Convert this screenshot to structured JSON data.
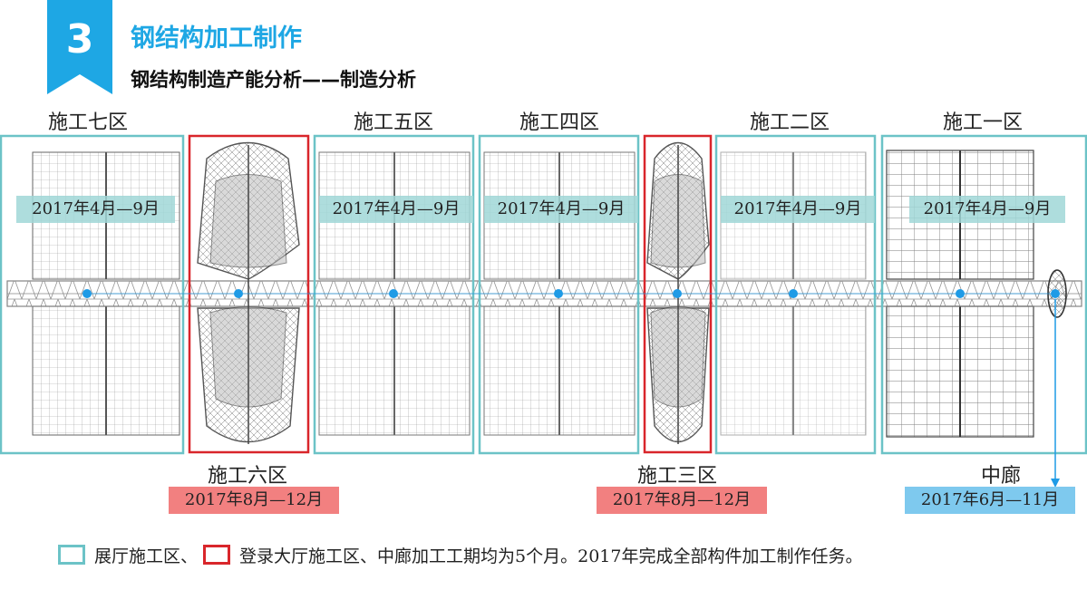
{
  "header": {
    "badge_number": "3",
    "title": "钢结构加工制作",
    "subtitle": "钢结构制造产能分析——制造分析"
  },
  "colors": {
    "accent": "#1ea7e4",
    "exhibition_border": "#6cc3c7",
    "lobby_border": "#d9262b",
    "lobby_tag": "#f28080",
    "corridor_tag": "#7ec9ee",
    "marker": "#1f9be6"
  },
  "zones": [
    {
      "id": "zone7",
      "label": "施工七区",
      "kind": "exhibition",
      "period": "2017年4月—9月"
    },
    {
      "id": "zone6",
      "label": "施工六区",
      "kind": "lobby",
      "period": "2017年8月—12月"
    },
    {
      "id": "zone5",
      "label": "施工五区",
      "kind": "exhibition",
      "period": "2017年4月—9月"
    },
    {
      "id": "zone4",
      "label": "施工四区",
      "kind": "exhibition",
      "period": "2017年4月—9月"
    },
    {
      "id": "zone3",
      "label": "施工三区",
      "kind": "lobby",
      "period": "2017年8月—12月"
    },
    {
      "id": "zone2",
      "label": "施工二区",
      "kind": "exhibition",
      "period": "2017年4月—9月"
    },
    {
      "id": "zone1",
      "label": "施工一区",
      "kind": "exhibition",
      "period": "2017年4月—9月"
    }
  ],
  "corridor": {
    "label": "中廊",
    "period": "2017年6月—11月"
  },
  "legend": {
    "exhibition_label": "展厅施工区、",
    "lobby_and_note": "登录大厅施工区、中廊加工工期均为5个月。2017年完成全部构件加工制作任务。"
  }
}
